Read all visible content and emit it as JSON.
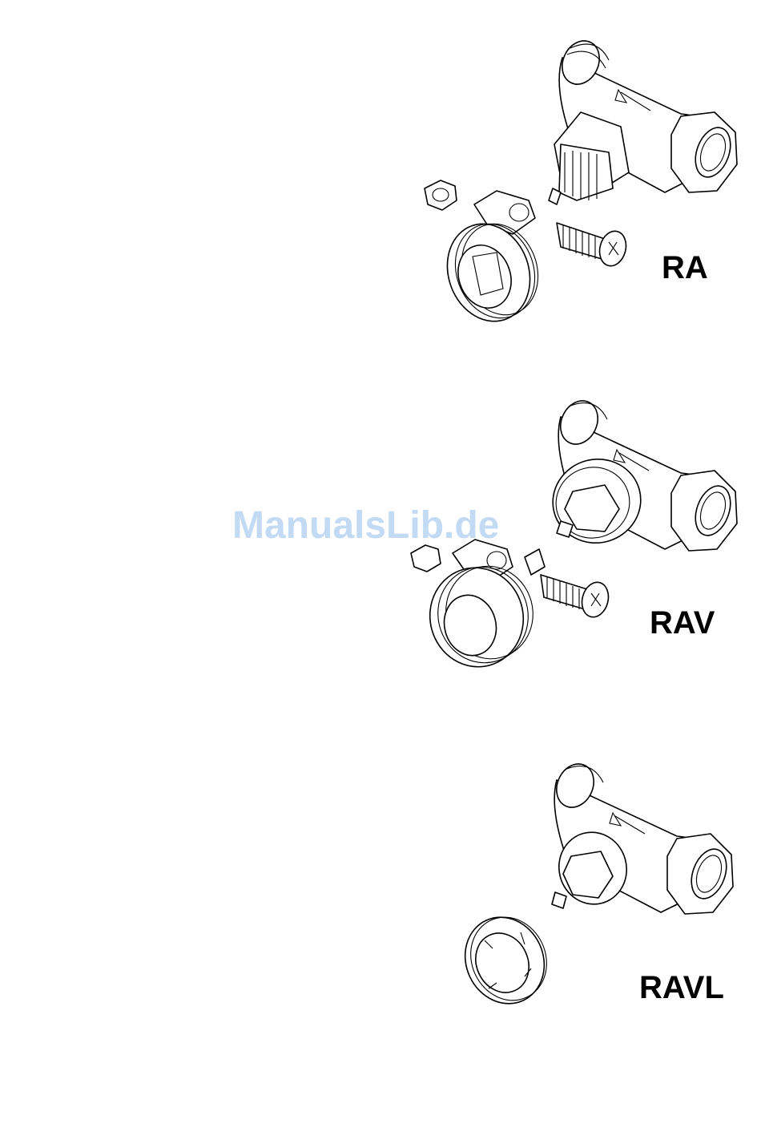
{
  "figures": [
    {
      "label": "RA"
    },
    {
      "label": "RAV"
    },
    {
      "label": "RAVL"
    }
  ],
  "watermark": "ManualsLib.de"
}
